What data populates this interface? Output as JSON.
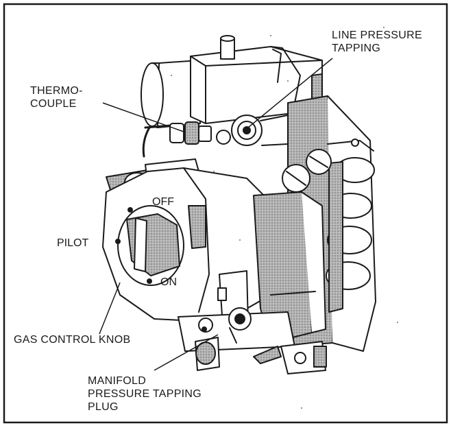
{
  "labels": {
    "line_pressure": [
      "LINE PRESSURE",
      "TAPPING"
    ],
    "thermocouple": [
      "THERMO-",
      "COUPLE"
    ],
    "gas_control_knob": "GAS CONTROL KNOB",
    "manifold": [
      "MANIFOLD",
      "PRESSURE TAPPING",
      "PLUG"
    ]
  },
  "knob_positions": {
    "off": "OFF",
    "pilot": "PILOT",
    "on": "ON"
  },
  "colors": {
    "ink": "#1a1a1a",
    "shade": "#9a9a9a",
    "background": "#ffffff"
  }
}
